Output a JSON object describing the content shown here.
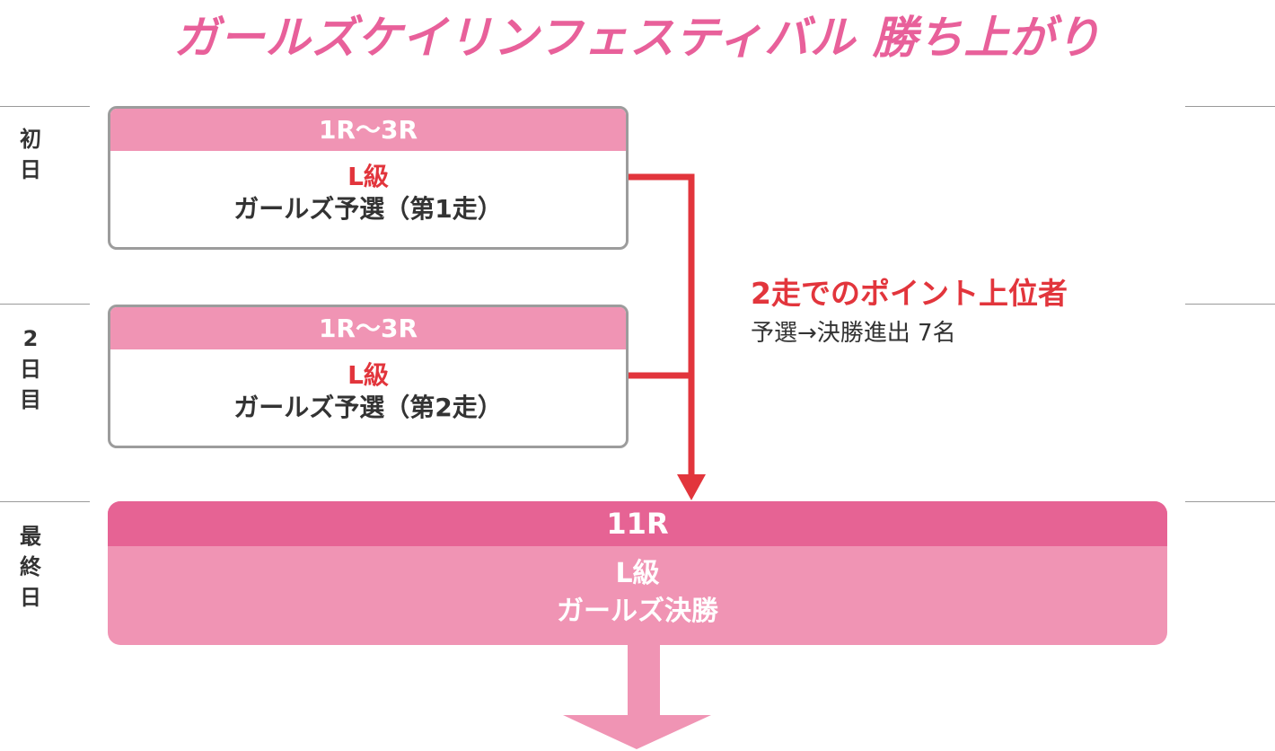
{
  "title": "ガールズケイリンフェスティバル 勝ち上がり",
  "days": [
    {
      "chars": [
        "初",
        "日"
      ]
    },
    {
      "chars": [
        "2",
        "日",
        "目"
      ]
    },
    {
      "chars": [
        "最",
        "終",
        "日"
      ]
    }
  ],
  "races": [
    {
      "race": "1R〜3R",
      "class": "L級",
      "name": "ガールズ予選（第1走）"
    },
    {
      "race": "1R〜3R",
      "class": "L級",
      "name": "ガールズ予選（第2走）"
    }
  ],
  "final": {
    "race": "11R",
    "class": "L級",
    "name": "ガールズ決勝"
  },
  "advance": {
    "title": "2走でのポイント上位者",
    "detail": "予選→決勝進出 7名"
  },
  "colors": {
    "title_pink": "#e8609a",
    "header_pink": "#f094b4",
    "final_header_pink": "#e66394",
    "connector_red": "#e2353c",
    "text_dark": "#333333",
    "border_gray": "#9c9c9c"
  }
}
